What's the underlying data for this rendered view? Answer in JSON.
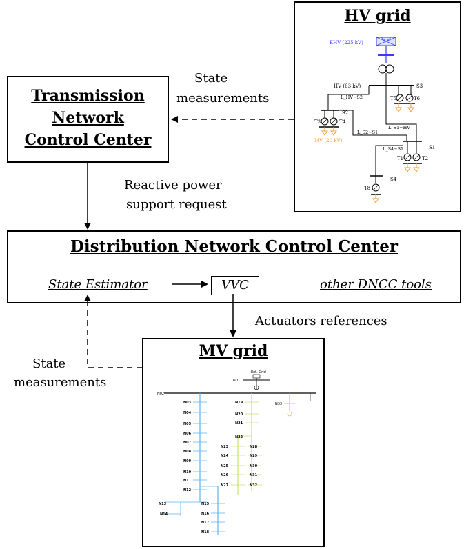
{
  "tncc": {
    "title_lines": [
      "Transmission",
      "Network",
      "Control Center"
    ]
  },
  "dncc": {
    "title": "Distribution Network Control Center"
  },
  "modules": {
    "state_estimator": "State Estimator",
    "vvc": "VVC",
    "other_tools": "other DNCC tools"
  },
  "hv_grid": {
    "title": "HV grid",
    "labels": {
      "ehv": "EHV (225 kV)",
      "hv": "HV (63 kV)",
      "mv": "MV (20 kV)",
      "s1": "S1",
      "s2": "S2",
      "s3": "S3",
      "s4": "S4",
      "t1": "T1",
      "t2": "T2",
      "t3": "T3",
      "t4": "T4",
      "t5": "T5",
      "t6": "T6",
      "t8": "T8",
      "l_hv_s2": "L_HV−S2",
      "l_s2_s1": "L_S2−S1",
      "l_s1_hv": "L_S1−HV",
      "l_s4_s1": "L_S4−S1"
    }
  },
  "mv_grid": {
    "title": "MV grid",
    "labels": {
      "ext_grid": "Ext. Grid",
      "n01": "N01",
      "n02": "N02",
      "nodes_left": [
        "N03",
        "N04",
        "N05",
        "N06",
        "N07",
        "N08",
        "N09",
        "N10",
        "N11",
        "N12"
      ],
      "nodes_mid": [
        "N19",
        "N20",
        "N21",
        "N22",
        "N23",
        "N24",
        "N25",
        "N26",
        "N27"
      ],
      "nodes_right": [
        "N28",
        "N29",
        "N30",
        "N31",
        "N32"
      ],
      "nodes_bottom": [
        "N13",
        "N14",
        "N15",
        "N16",
        "N17",
        "N18"
      ],
      "n33": "N33"
    }
  },
  "arrows": {
    "state_meas_top": [
      "State",
      "measurements"
    ],
    "reactive": [
      "Reactive power",
      "support request"
    ],
    "actuators": "Actuators references",
    "state_meas_bottom": [
      "State",
      "measurements"
    ]
  }
}
